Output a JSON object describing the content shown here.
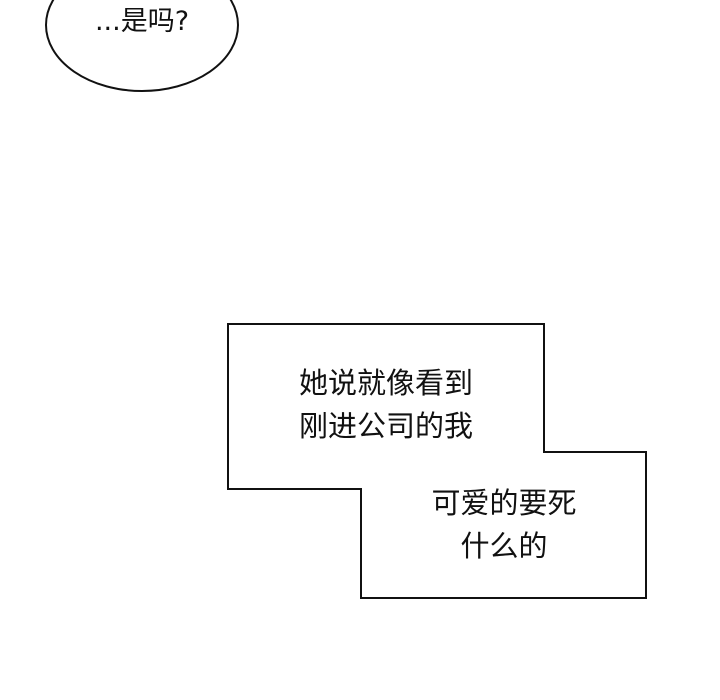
{
  "speech_bubble": {
    "text": "...是吗?"
  },
  "caption_box": {
    "upper_lines": [
      "她说就像看到",
      "刚进公司的我"
    ],
    "lower_lines": [
      "可爱的要死",
      "什么的"
    ]
  }
}
